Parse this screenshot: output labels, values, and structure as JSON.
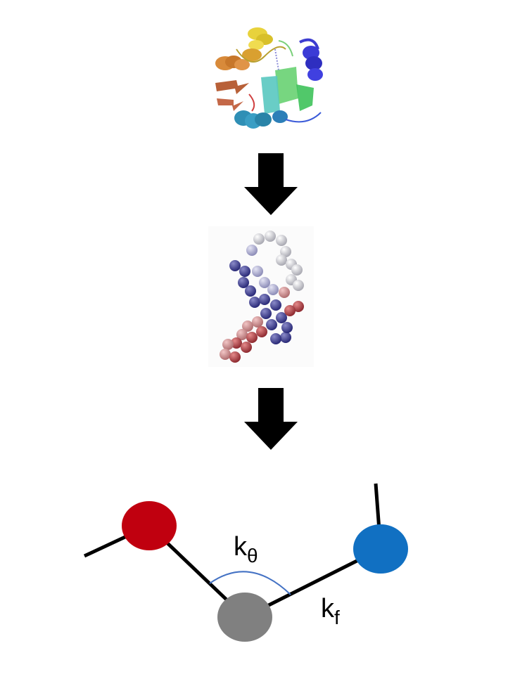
{
  "protein_image": {
    "icon": "protein-ribbon-structure"
  },
  "bead_image": {
    "icon": "coarse-grained-bead-chain"
  },
  "arrows": [
    {
      "icon": "down-arrow-icon"
    },
    {
      "icon": "down-arrow-icon"
    }
  ],
  "schematic": {
    "angle_constant": {
      "base": "k",
      "subscript": "θ"
    },
    "bond_constant": {
      "base": "k",
      "subscript": "f"
    },
    "bead_colors": {
      "left": "#c0000f",
      "middle": "#808080",
      "right": "#1170c2"
    },
    "angle_arc_color": "#4472c4"
  }
}
